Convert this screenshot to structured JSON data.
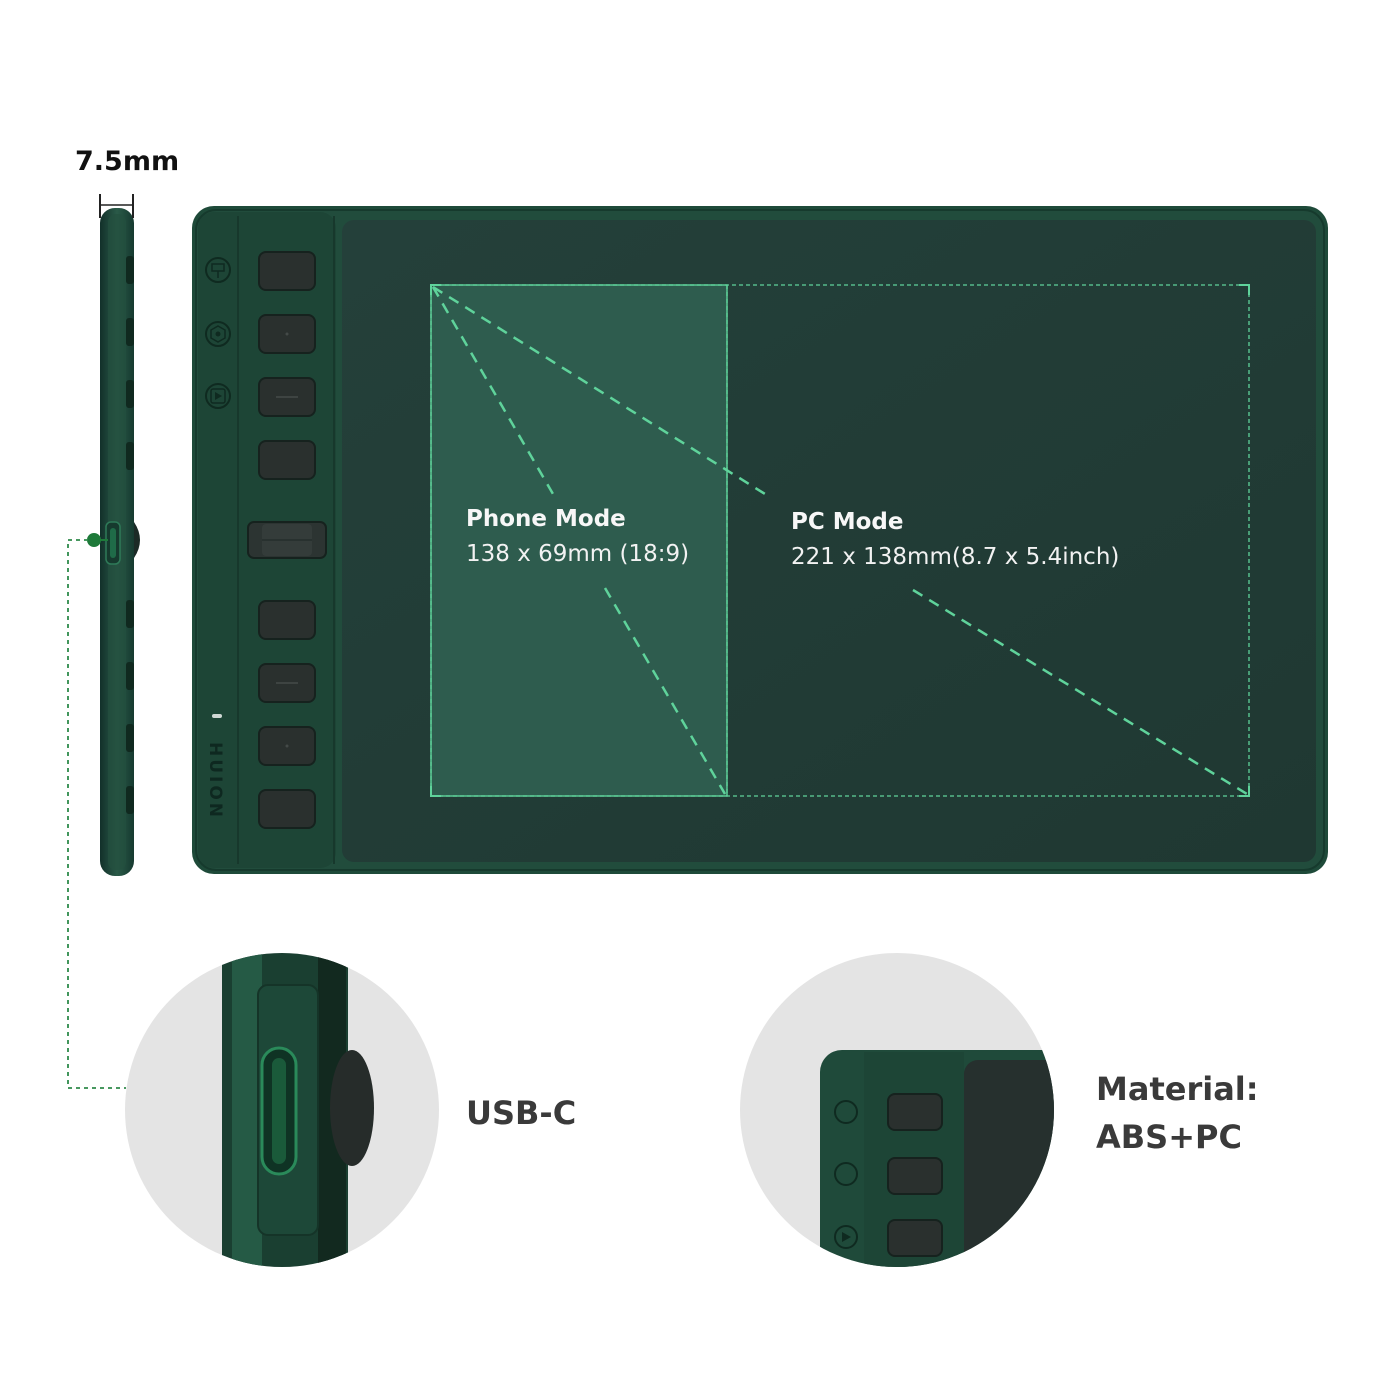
{
  "thickness_label": "7.5mm",
  "phone_mode": {
    "title": "Phone Mode",
    "size": "138 x 69mm (18:9)"
  },
  "pc_mode": {
    "title": "PC Mode",
    "size": "221 x 138mm(8.7 x 5.4inch)"
  },
  "port_callout": "USB-C",
  "material_callout": {
    "line1": "Material:",
    "line2": "ABS+PC"
  },
  "brand_logo": "HUION",
  "colors": {
    "body_green": "#1f4a3a",
    "body_green_dark": "#173a2e",
    "screen": "#233d36",
    "phone_area": "#2f5e50",
    "guide_line": "#5fd39b",
    "circle_bg": "#e4e4e4",
    "callout_text": "#3a3a3a"
  },
  "icons": [
    "paint-bucket-icon",
    "hexagon-settings-icon",
    "play-icon"
  ]
}
